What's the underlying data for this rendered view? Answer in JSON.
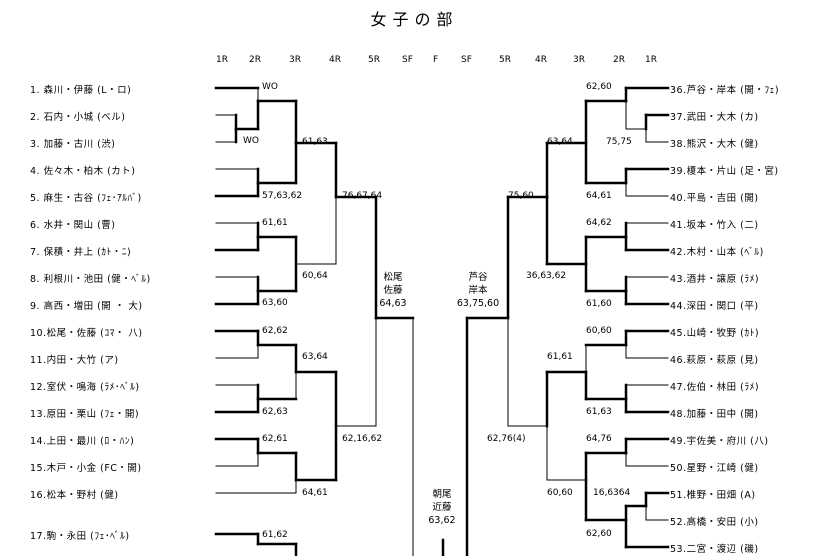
{
  "title": "女子の部",
  "rounds_left": [
    "1R",
    "2R",
    "3R",
    "4R",
    "5R",
    "SF"
  ],
  "round_final": "F",
  "rounds_right": [
    "SF",
    "5R",
    "4R",
    "3R",
    "2R",
    "1R"
  ],
  "players_left": [
    "1. 森川・伊藤 (L・ロ)",
    "2. 石内・小城 (ベル)",
    "3. 加藤・古川 (渋)",
    "4. 佐々木・柏木 (カト)",
    "5. 麻生・古谷 (ﾌｪ･ｱﾙﾊﾞ)",
    "6. 水井・関山 (曹)",
    "7. 保積・井上 (ｶﾄ・ﾆ)",
    "8. 利根川・池田 (健・ﾍﾞﾙ)",
    "9. 高西・増田 (開 ・ 大)",
    "10.松尾・佐藤 (ｺﾏ・ 八)",
    "11.内田・大竹 (ア)",
    "12.室伏・鳴海 (ﾗﾒ･ﾍﾞﾙ)",
    "13.原田・栗山 (ﾌｪ・開)",
    "14.上田・最川 (ﾛ・ﾊﾝ)",
    "15.木戸・小金 (FC・開)",
    "16.松本・野村 (健)",
    "17.駒・永田 (ﾌｪ･ﾍﾞﾙ)"
  ],
  "players_right": [
    "36.芦谷・岸本 (開・ﾌｪ)",
    "37.武田・大木 (カ)",
    "38.熊沢・大木 (健)",
    "39.榎本・片山 (足・宮)",
    "40.平島・吉田 (開)",
    "41.坂本・竹入 (二)",
    "42.木村・山本 (ﾍﾞﾙ)",
    "43.酒井・譲原 (ﾗﾒ)",
    "44.深田・関口 (平)",
    "45.山崎・牧野 (ｶﾄ)",
    "46.萩原・萩原 (見)",
    "47.佐伯・林田 (ﾗﾒ)",
    "48.加藤・田中 (開)",
    "49.宇佐美・府川 (八)",
    "50.星野・江崎 (健)",
    "51.椎野・田畑 (A)",
    "52.高橋・安田 (小)",
    "53.二宮・渡辺 (磯)"
  ],
  "scores_left": [
    "WO",
    "WO",
    "61,63",
    "57,63,62",
    "76,67,64",
    "61,61",
    "60,64",
    "63,60",
    "62,62",
    "63,64",
    "62,63",
    "62,61",
    "62,16,62",
    "64,61",
    "61,62"
  ],
  "scores_right": [
    "62,60",
    "63,64",
    "75,75",
    "75,60",
    "64,61",
    "64,62",
    "36,63,62",
    "61,60",
    "60,60",
    "61,61",
    "61,63",
    "62,76(4)",
    "64,76",
    "60,60",
    "16,6364",
    "62,60"
  ],
  "sf_left_winner": [
    "松尾",
    "佐藤",
    "64,63"
  ],
  "sf_right_winner": [
    "芦谷",
    "岸本",
    "63,75,60"
  ],
  "center_winner": [
    "朝尾",
    "近藤",
    "63,62"
  ]
}
